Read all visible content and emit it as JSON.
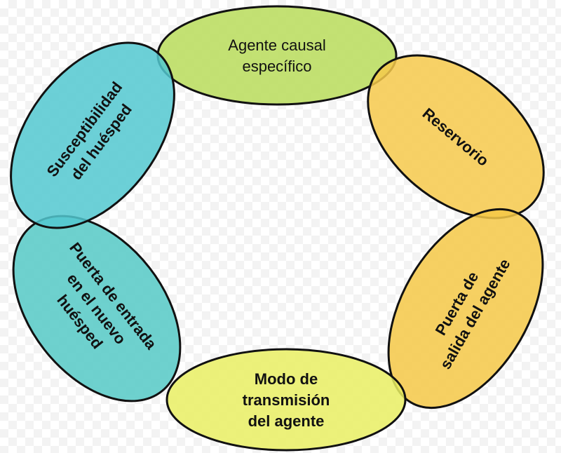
{
  "diagram": {
    "nodes": [
      {
        "id": "agent",
        "lines": [
          "Agente causal",
          "específico"
        ],
        "color": "#b8dc5a",
        "bold": false
      },
      {
        "id": "reservoir",
        "lines": [
          "Reservorio"
        ],
        "color": "#f6c94b",
        "bold": true
      },
      {
        "id": "exit",
        "lines": [
          "Puerta de",
          "salida del agente"
        ],
        "color": "#f5c846",
        "bold": true
      },
      {
        "id": "transmission",
        "lines": [
          "Modo de",
          "transmisión",
          "del agente"
        ],
        "color": "#e9ef63",
        "bold": true
      },
      {
        "id": "entry",
        "lines": [
          "Puerta de entrada",
          "en el nuevo",
          "huésped"
        ],
        "color": "#55c9c6",
        "bold": true
      },
      {
        "id": "susceptibility",
        "lines": [
          "Susceptibilidad",
          "del huésped"
        ],
        "color": "#52c8d0",
        "bold": true
      }
    ]
  }
}
